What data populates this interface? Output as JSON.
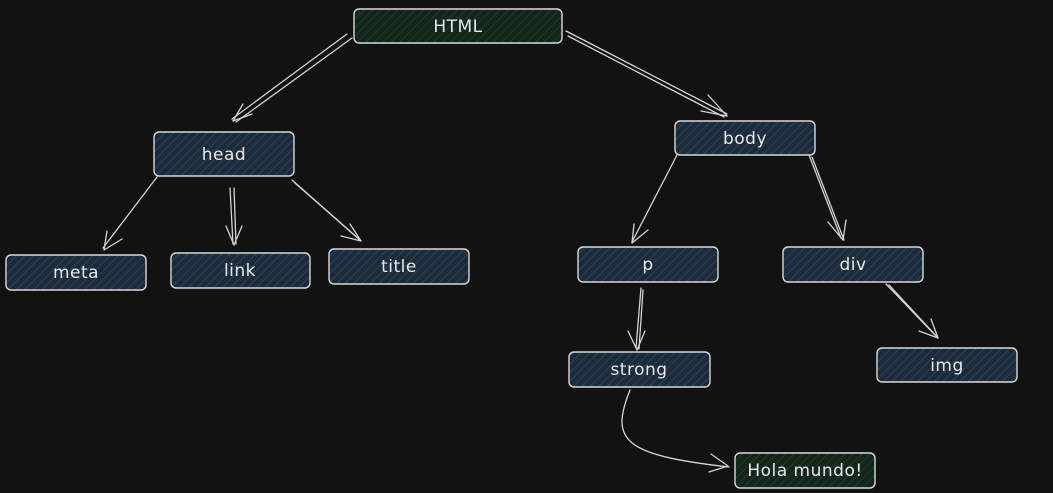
{
  "diagram": {
    "nodes": {
      "html": {
        "label": "HTML",
        "kind": "root"
      },
      "head": {
        "label": "head",
        "kind": "element"
      },
      "body": {
        "label": "body",
        "kind": "element"
      },
      "meta": {
        "label": "meta",
        "kind": "element"
      },
      "link": {
        "label": "link",
        "kind": "element"
      },
      "title": {
        "label": "title",
        "kind": "element"
      },
      "p": {
        "label": "p",
        "kind": "element"
      },
      "div": {
        "label": "div",
        "kind": "element"
      },
      "strong": {
        "label": "strong",
        "kind": "element"
      },
      "img": {
        "label": "img",
        "kind": "element"
      },
      "text": {
        "label": "Hola mundo!",
        "kind": "text"
      }
    },
    "edges": [
      {
        "from": "html",
        "to": "head"
      },
      {
        "from": "html",
        "to": "body"
      },
      {
        "from": "head",
        "to": "meta"
      },
      {
        "from": "head",
        "to": "link"
      },
      {
        "from": "head",
        "to": "title"
      },
      {
        "from": "body",
        "to": "p"
      },
      {
        "from": "body",
        "to": "div"
      },
      {
        "from": "p",
        "to": "strong"
      },
      {
        "from": "div",
        "to": "img"
      },
      {
        "from": "strong",
        "to": "text"
      }
    ]
  },
  "colors": {
    "background": "#121212",
    "element_fill": "#1c2b3a",
    "root_fill": "#14261b",
    "text_fill": "#14261b",
    "stroke": "#d9d9d9",
    "label": "#e8e8e8"
  }
}
